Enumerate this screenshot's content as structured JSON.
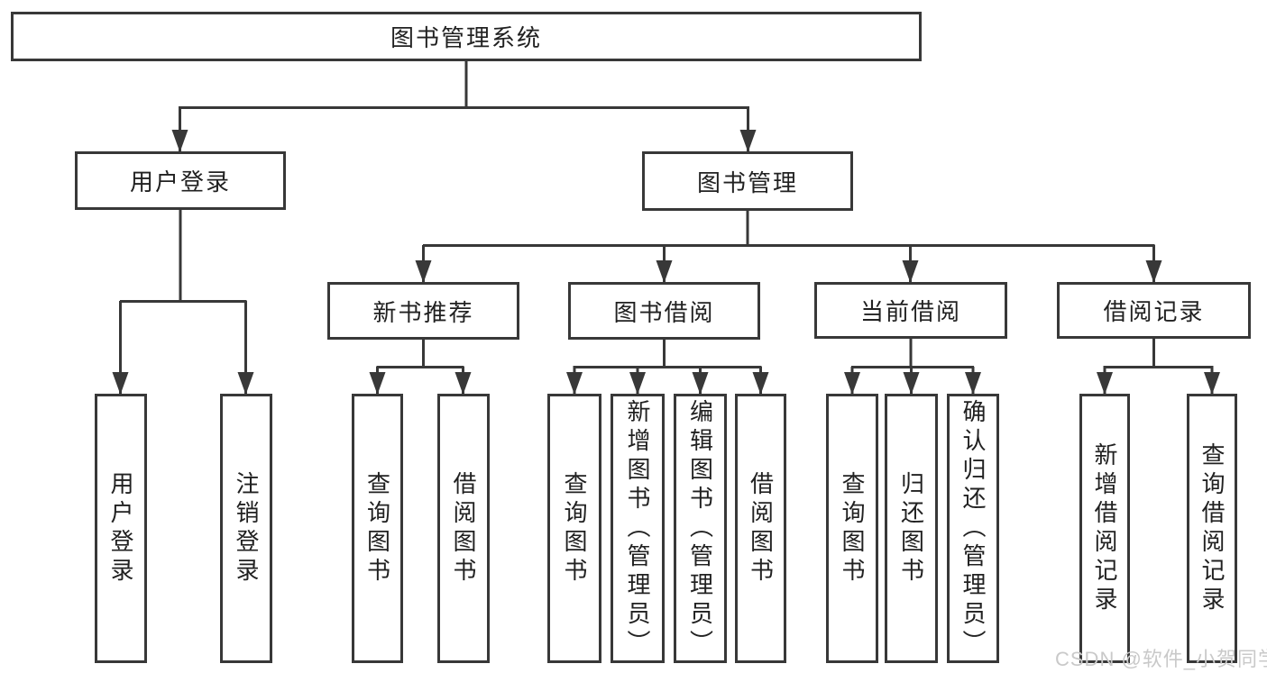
{
  "tree": {
    "label": "图书管理系统",
    "children": [
      {
        "label": "用户登录",
        "children": [
          {
            "label": "用户登录"
          },
          {
            "label": "注销登录"
          }
        ]
      },
      {
        "label": "图书管理",
        "children": [
          {
            "label": "新书推荐",
            "children": [
              {
                "label": "查询图书"
              },
              {
                "label": "借阅图书"
              }
            ]
          },
          {
            "label": "图书借阅",
            "children": [
              {
                "label": "查询图书"
              },
              {
                "label": "新增图书（管理员）"
              },
              {
                "label": "编辑图书（管理员）"
              },
              {
                "label": "借阅图书"
              }
            ]
          },
          {
            "label": "当前借阅",
            "children": [
              {
                "label": "查询图书"
              },
              {
                "label": "归还图书"
              },
              {
                "label": "确认归还（管理员）"
              }
            ]
          },
          {
            "label": "借阅记录",
            "children": [
              {
                "label": "新增借阅记录"
              },
              {
                "label": "查询借阅记录"
              }
            ]
          }
        ]
      }
    ]
  },
  "watermark": {
    "text": "CSDN @软件_小贺同学"
  },
  "colors": {
    "line": "#383838",
    "text": "#212121",
    "box_fill": "#ffffff",
    "watermark": "#c9c9c9",
    "background": "#ffffff"
  }
}
